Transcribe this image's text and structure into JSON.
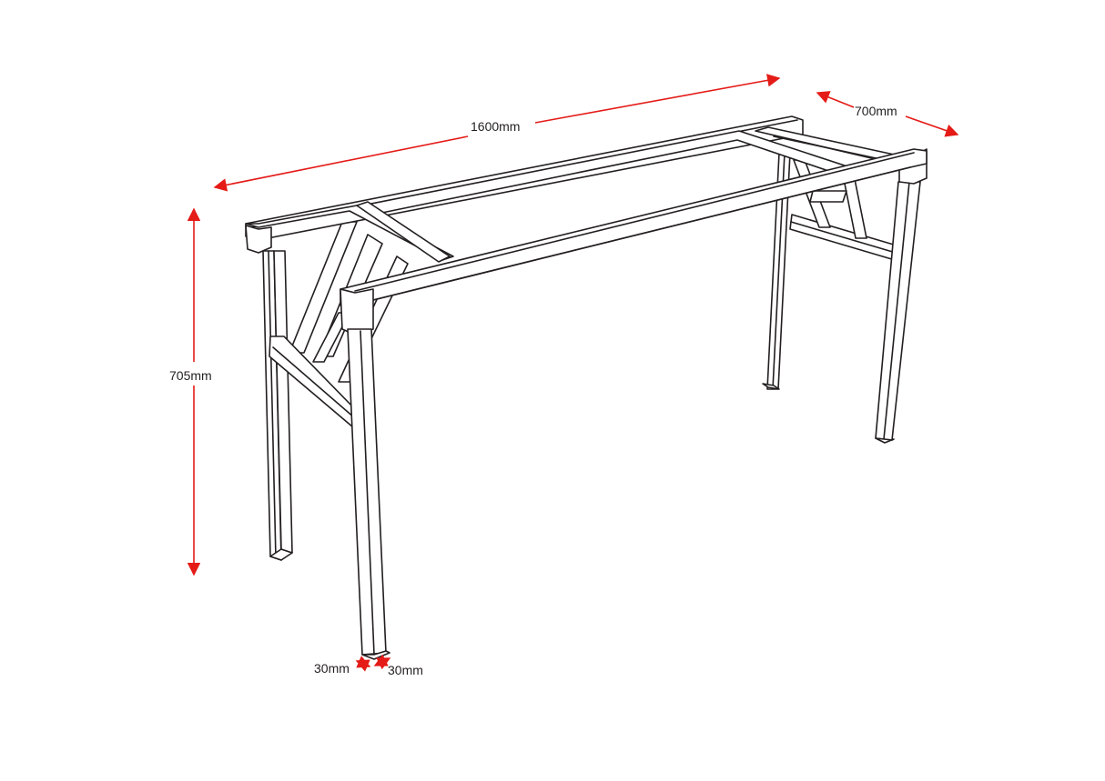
{
  "dimensions": {
    "length": "1600mm",
    "depth": "700mm",
    "height": "705mm",
    "leg_width": "30mm",
    "leg_depth": "30mm"
  },
  "colors": {
    "dimension_line": "#e41b17",
    "outline": "#231f20",
    "background": "#ffffff"
  }
}
